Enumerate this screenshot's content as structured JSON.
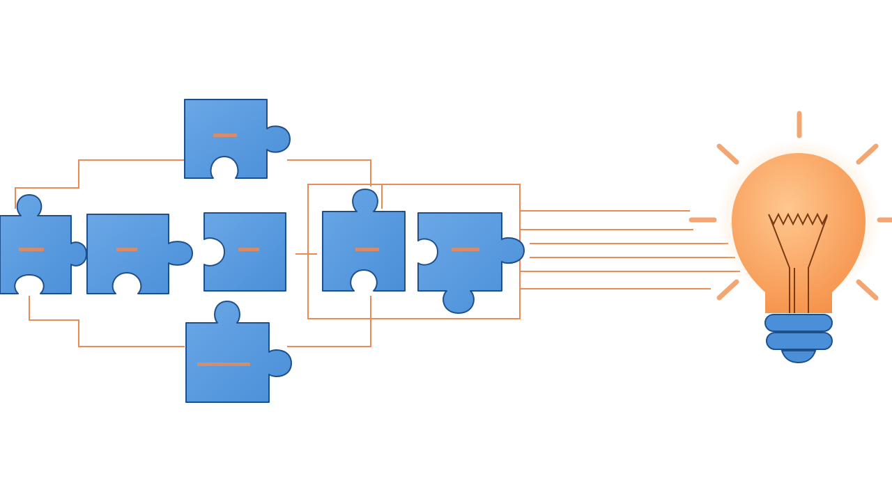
{
  "colors": {
    "piece_fill": "#4a8fd8",
    "piece_fill_light": "#6aa7e6",
    "piece_stroke": "#1f4f8a",
    "connector": "#ec8a55",
    "bulb_glass": "#f5924a",
    "bulb_glass_light": "#ffc78f",
    "bulb_glow": "#ffe2c4",
    "filament": "#7a3b12",
    "bulb_base": "#4a8fd8",
    "ray": "#f3a672",
    "background": "#ffffff"
  },
  "diagram": {
    "pieces": [
      {
        "id": "piece-left-edge",
        "icon": "puzzle-piece"
      },
      {
        "id": "piece-second",
        "icon": "puzzle-piece"
      },
      {
        "id": "piece-third",
        "icon": "puzzle-piece"
      },
      {
        "id": "piece-fourth",
        "icon": "puzzle-piece"
      },
      {
        "id": "piece-fifth",
        "icon": "puzzle-piece"
      },
      {
        "id": "piece-top",
        "icon": "puzzle-piece"
      },
      {
        "id": "piece-bottom",
        "icon": "puzzle-piece"
      }
    ],
    "outcome_icon": "light-bulb-icon"
  }
}
